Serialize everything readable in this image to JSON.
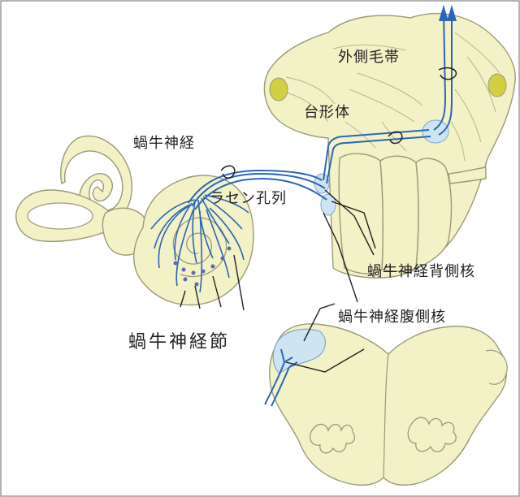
{
  "labels": {
    "lateral_lemniscus": "外側毛帯",
    "trapezoid_body": "台形体",
    "cochlear_nerve": "蝸牛神経",
    "rasen_foramen": "ラセン孔列",
    "dorsal_cochlear_nucleus": "蝸牛神経背側核",
    "ventral_cochlear_nucleus": "蝸牛神経腹側核",
    "spiral_ganglion": "蝸牛神経節"
  },
  "colors": {
    "tissue_fill": "#f3f1c6",
    "tissue_stroke": "#9c9a78",
    "nerve_blue": "#2a66b8",
    "nucleus_fill": "#cfe4f2",
    "leader_line": "#222222",
    "ganglion_dot": "#5a6bb0",
    "eye_spot": "#d3cf40",
    "frame": "#999999"
  },
  "icons": {
    "up_arrow": "arrow-up-icon"
  }
}
